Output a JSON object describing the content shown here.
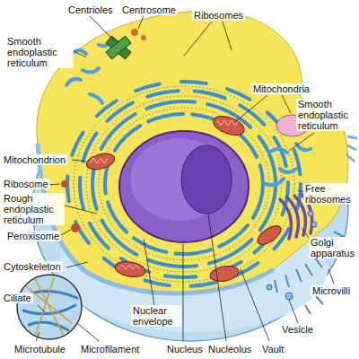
{
  "diagram": {
    "labels": [
      "Centrioles",
      "Centrosome",
      "Ribosomes",
      "Smooth endoplastic reticulum",
      "Mitochondria",
      "Smooth endoplastic reticulum",
      "Mitochondrion",
      "Ribosome",
      "Rough endoplastic reticulum",
      "Peroxisome",
      "Cytoskeleton",
      "Ciliate",
      "Microtubule",
      "Microfilament",
      "Nuclear envelope",
      "Nucleus",
      "Nucleolus",
      "Vault",
      "Vesicle",
      "Microvilli",
      "Golgi apparatus",
      "Free ribosomes"
    ]
  }
}
